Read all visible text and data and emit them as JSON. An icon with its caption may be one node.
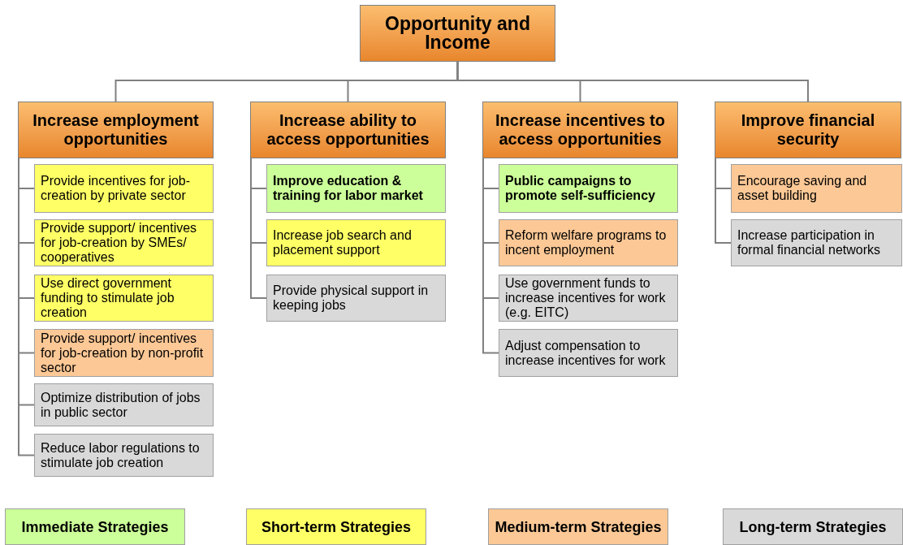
{
  "diagram": {
    "nodes": [
      {
        "text": [
          "Opportunity and Income"
        ]
      },
      {
        "text": [
          "Increase employment opportunities"
        ]
      },
      {
        "text": [
          "Provide incentives for job-creation by private sector"
        ]
      },
      {
        "text": [
          "Provide support/ incentives for job-creation by SMEs/ cooperatives"
        ]
      },
      {
        "text": [
          "Use direct government funding to stimulate job creation"
        ]
      },
      {
        "text": [
          "Provide support/ incentives for job-creation by non-profit sector"
        ]
      },
      {
        "text": [
          "Optimize distribution of jobs in public sector"
        ]
      },
      {
        "text": [
          "Reduce labor regulations to stimulate job creation"
        ]
      },
      {
        "text": [
          "Increase ability to access opportunities"
        ]
      },
      {
        "text": [
          "Improve education & training for labor market"
        ]
      },
      {
        "text": [
          "Increase job search and placement support"
        ]
      },
      {
        "text": [
          "Provide physical support in keeping jobs"
        ]
      },
      {
        "text": [
          "Increase incentives to access opportunities"
        ]
      },
      {
        "text": [
          "Public campaigns to promote self-sufficiency"
        ]
      },
      {
        "text": [
          "Reform welfare programs to incent employment"
        ]
      },
      {
        "text": [
          "Use government funds to increase incentives for work (e.g. EITC)"
        ]
      },
      {
        "text": [
          "Adjust compensation to increase incentives for work"
        ]
      },
      {
        "text": [
          "Improve financial security"
        ]
      },
      {
        "text": [
          "Encourage saving and asset building"
        ]
      },
      {
        "text": [
          "Increase participation in formal financial networks"
        ]
      }
    ],
    "edges": [
      {
        "from": 0,
        "to": 1,
        "arrow": "none"
      },
      {
        "from": 0,
        "to": 8,
        "arrow": "none"
      },
      {
        "from": 0,
        "to": 12,
        "arrow": "none"
      },
      {
        "from": 0,
        "to": 17,
        "arrow": "none"
      },
      {
        "from": 1,
        "to": 2,
        "arrow": "none"
      },
      {
        "from": 1,
        "to": 3,
        "arrow": "none"
      },
      {
        "from": 1,
        "to": 4,
        "arrow": "none"
      },
      {
        "from": 1,
        "to": 5,
        "arrow": "none"
      },
      {
        "from": 1,
        "to": 6,
        "arrow": "none"
      },
      {
        "from": 1,
        "to": 7,
        "arrow": "none"
      },
      {
        "from": 8,
        "to": 9,
        "arrow": "none"
      },
      {
        "from": 8,
        "to": 10,
        "arrow": "none"
      },
      {
        "from": 8,
        "to": 11,
        "arrow": "none"
      },
      {
        "from": 12,
        "to": 13,
        "arrow": "none"
      },
      {
        "from": 12,
        "to": 14,
        "arrow": "none"
      },
      {
        "from": 12,
        "to": 15,
        "arrow": "none"
      },
      {
        "from": 12,
        "to": 16,
        "arrow": "none"
      },
      {
        "from": 17,
        "to": 18,
        "arrow": "none"
      },
      {
        "from": 17,
        "to": 19,
        "arrow": "none"
      }
    ],
    "legend": [
      {
        "text": "Immediate Strategies",
        "color": "#ccff99"
      },
      {
        "text": "Short-term Strategies",
        "color": "#ffff66"
      },
      {
        "text": "Medium-term Strategies",
        "color": "#fcc896"
      },
      {
        "text": "Long-term Strategies",
        "color": "#d9d9d9"
      }
    ]
  }
}
